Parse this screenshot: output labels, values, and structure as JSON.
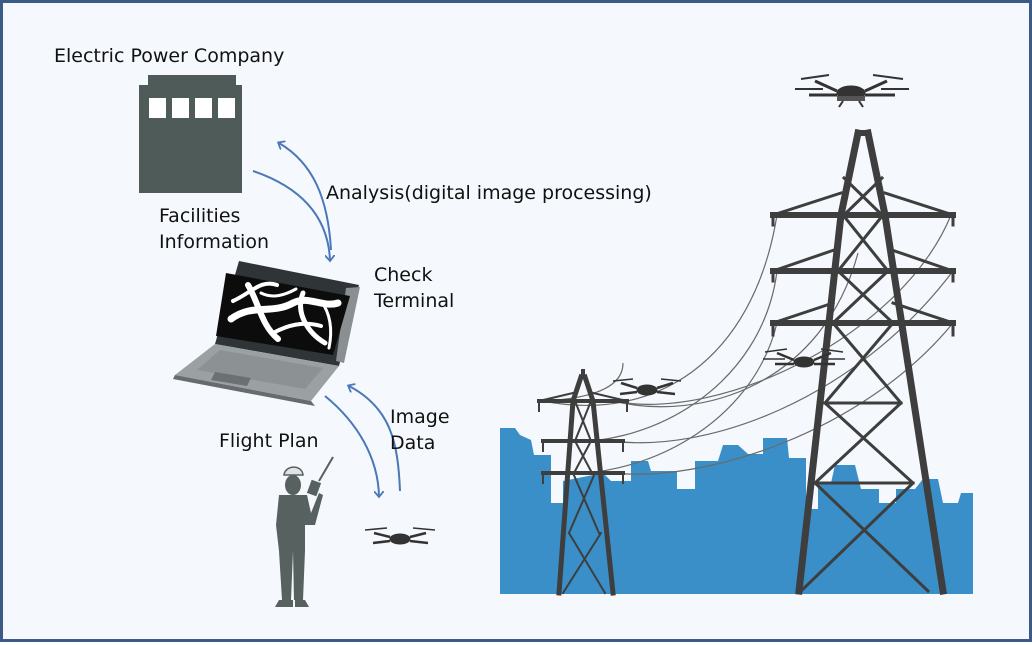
{
  "labels": {
    "company": "Electric Power Company",
    "analysis": "Analysis(digital image processing)",
    "facilities_line1": "Facilities",
    "facilities_line2": "Information",
    "check_line1": "Check",
    "check_line2": "Terminal",
    "image_line1": "Image",
    "image_line2": "Data",
    "flight_plan": "Flight Plan"
  },
  "colors": {
    "frame_border": "#3b5a86",
    "building": "#4e5b59",
    "arrow": "#4a78b8",
    "skyline": "#3a8fc8",
    "tower": "#3e3e3e",
    "person": "#57615f"
  }
}
